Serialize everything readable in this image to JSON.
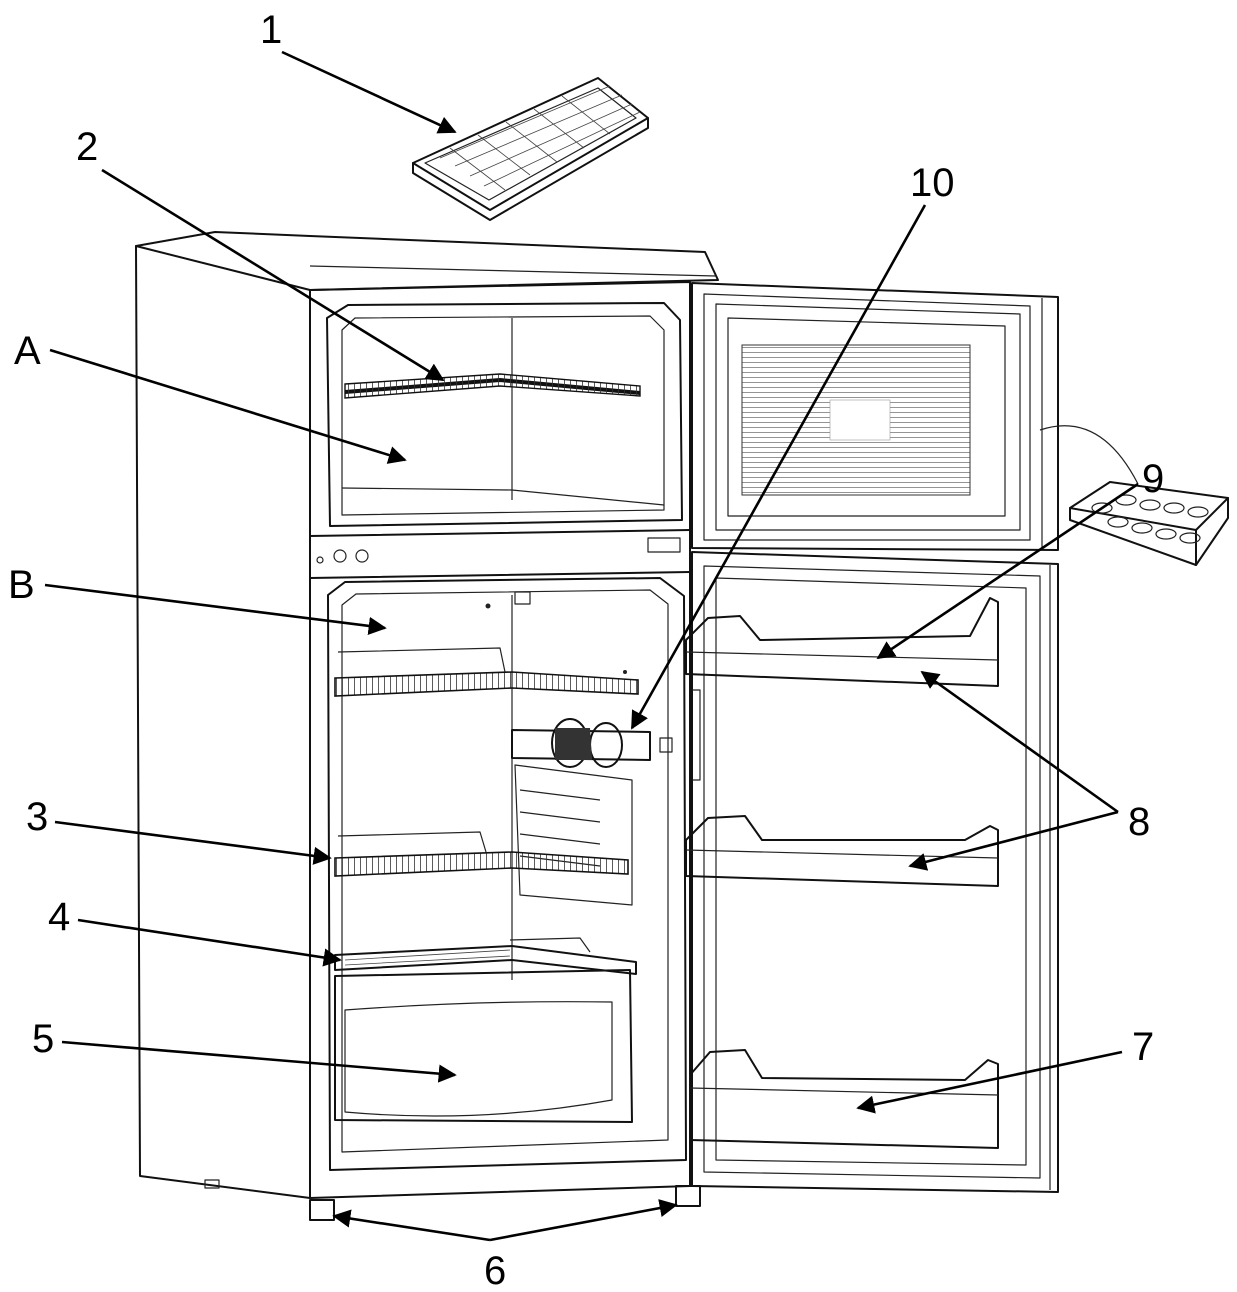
{
  "labels": {
    "l1": "1",
    "l2": "2",
    "l3": "3",
    "l4": "4",
    "l5": "5",
    "l6": "6",
    "l7": "7",
    "l8": "8",
    "l9": "9",
    "l10": "10",
    "lA": "A",
    "lB": "B"
  },
  "colors": {
    "line": "#111111",
    "background": "#ffffff"
  }
}
